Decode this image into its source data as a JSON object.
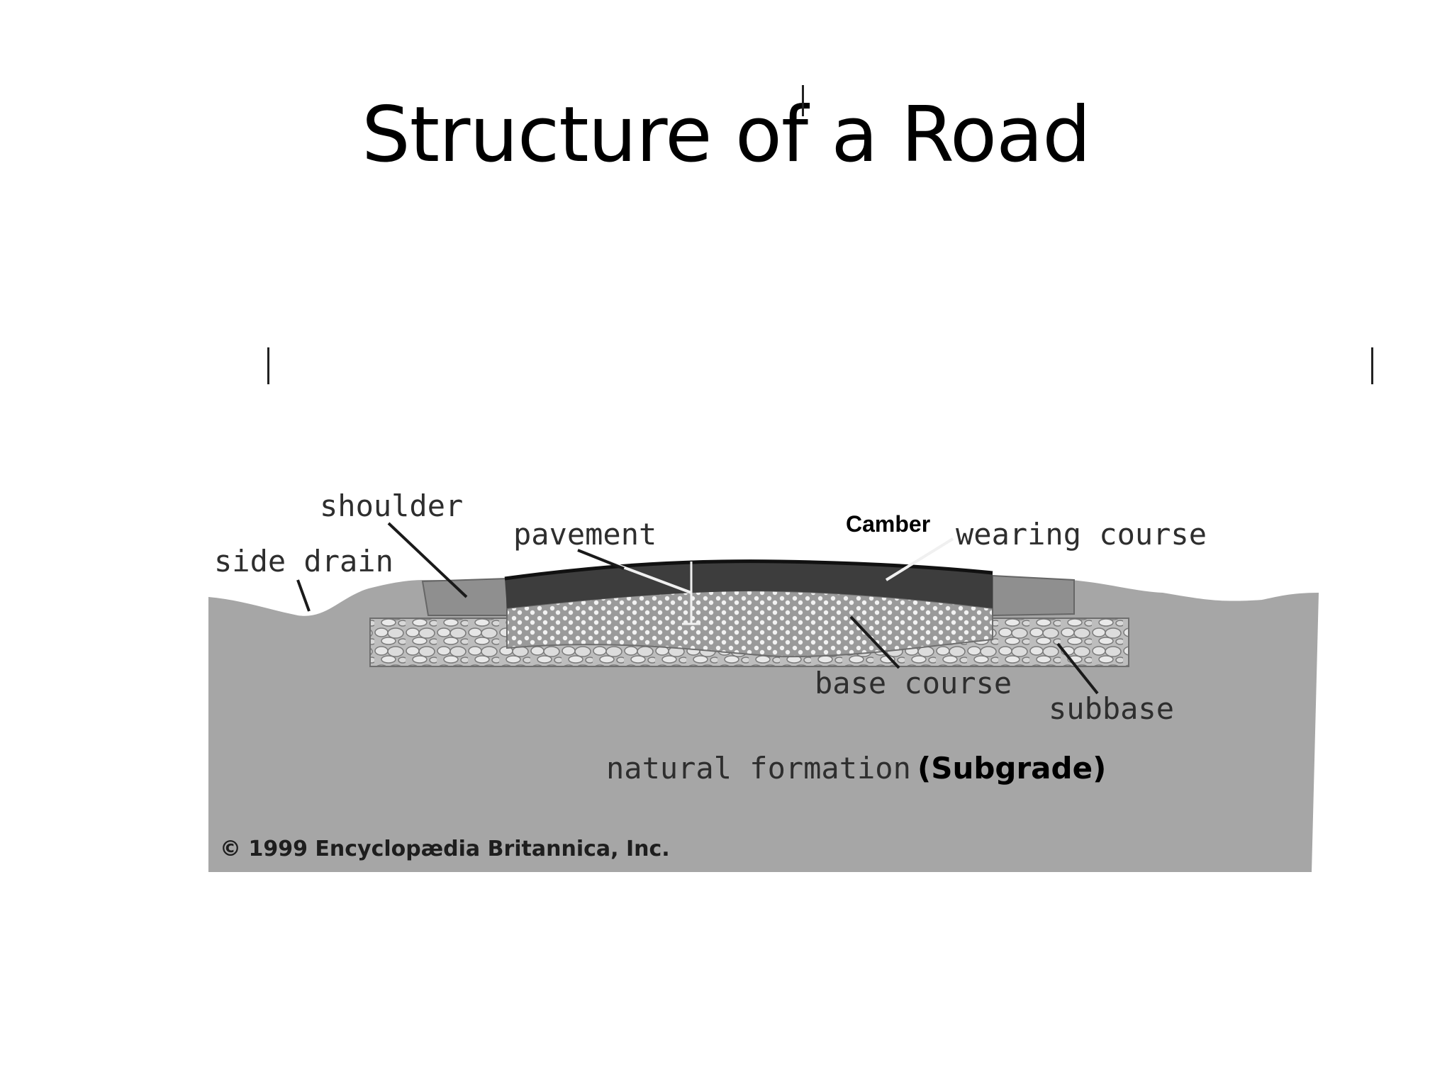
{
  "slide": {
    "title": "Structure of a Road"
  },
  "diagram": {
    "labels": {
      "shoulder": "shoulder",
      "side_drain": "side drain",
      "pavement": "pavement",
      "camber": "Camber",
      "wearing_course": "wearing course",
      "base_course": "base course",
      "subbase": "subbase",
      "natural_formation": "natural formation",
      "subgrade": "(Subgrade)",
      "copyright": "© 1999 Encyclopædia Britannica, Inc."
    },
    "colors": {
      "subgrade_fill": "#a6a6a6",
      "wearing_course_fill": "#3d3d3d",
      "shoulder_fill": "#8c8c8c",
      "base_course_fill": "#cfcfcf",
      "subbase_stones": "#e4e4e4"
    }
  }
}
